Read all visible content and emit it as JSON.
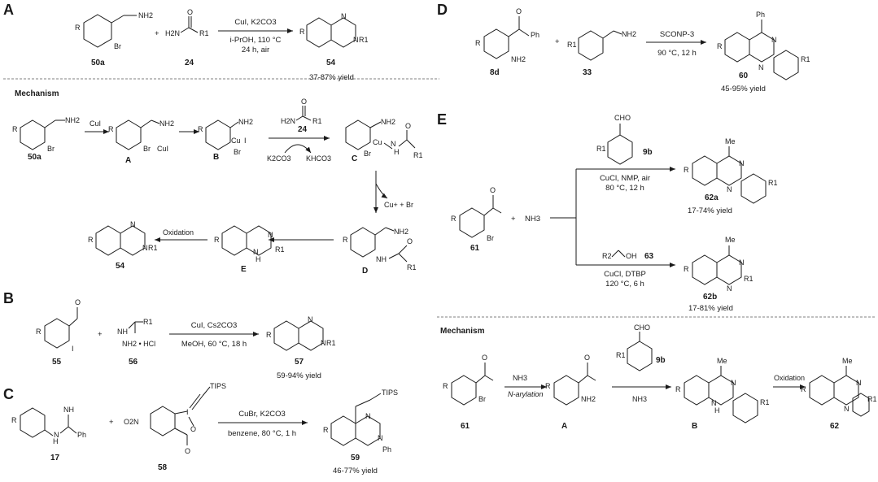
{
  "panels": {
    "A": {
      "letter": "A",
      "reactants": [
        "50a",
        "24"
      ],
      "conditions": [
        "CuI, K2CO3",
        "i-PrOH, 110 °C",
        "24 h, air"
      ],
      "product": "54",
      "yield": "37-87% yield",
      "mechanism_title": "Mechanism",
      "mech_labels": [
        "50a",
        "A",
        "B",
        "C",
        "D",
        "E",
        "54",
        "24"
      ],
      "mech_texts": {
        "cui": "CuI",
        "k2co3": "K2CO3",
        "khco3": "KHCO3",
        "cu_br": "Cu+ + Br",
        "oxidation": "Oxidation"
      }
    },
    "B": {
      "letter": "B",
      "reactants": [
        "55",
        "56"
      ],
      "conditions": [
        "CuI, Cs2CO3",
        "MeOH, 60 °C, 18 h"
      ],
      "product": "57",
      "yield": "59-94% yield"
    },
    "C": {
      "letter": "C",
      "reactants": [
        "17",
        "58"
      ],
      "conditions": [
        "CuBr, K2CO3",
        "benzene, 80 °C, 1 h"
      ],
      "product": "59",
      "yield": "46-77% yield"
    },
    "D": {
      "letter": "D",
      "reactants": [
        "8d",
        "33"
      ],
      "conditions": [
        "SCONP-3",
        "90 °C, 12 h"
      ],
      "product": "60",
      "yield": "45-95% yield"
    },
    "E": {
      "letter": "E",
      "reactants": [
        "61",
        "NH3"
      ],
      "upper": {
        "reagent": "9b",
        "conditions": [
          "CuCl, NMP, air",
          "80 °C, 12 h"
        ],
        "product": "62a",
        "yield": "17-74% yield"
      },
      "lower": {
        "reagent": "63",
        "conditions": [
          "CuCl, DTBP",
          "120 °C, 6 h"
        ],
        "product": "62b",
        "yield": "17-81% yield"
      },
      "mechanism_title": "Mechanism",
      "mech_labels": [
        "61",
        "A",
        "B",
        "62",
        "9b"
      ],
      "mech_texts": {
        "nh3": "NH3",
        "n_arylation": "N-arylation",
        "nh3_2": "NH3",
        "oxidation": "Oxidation"
      }
    }
  },
  "atoms": {
    "NH2": "NH2",
    "Br": "Br",
    "R": "R",
    "R1": "R1",
    "R2": "R2",
    "O": "O",
    "H2N": "H2N",
    "N": "N",
    "I": "I",
    "Ph": "Ph",
    "TIPS": "TIPS",
    "Me": "Me",
    "CHO": "CHO",
    "OH": "OH",
    "HCl": "NH2 • HCl",
    "O2N": "O2N",
    "H": "H",
    "CuI": "CuI",
    "Cu": "Cu",
    "NH": "NH"
  }
}
